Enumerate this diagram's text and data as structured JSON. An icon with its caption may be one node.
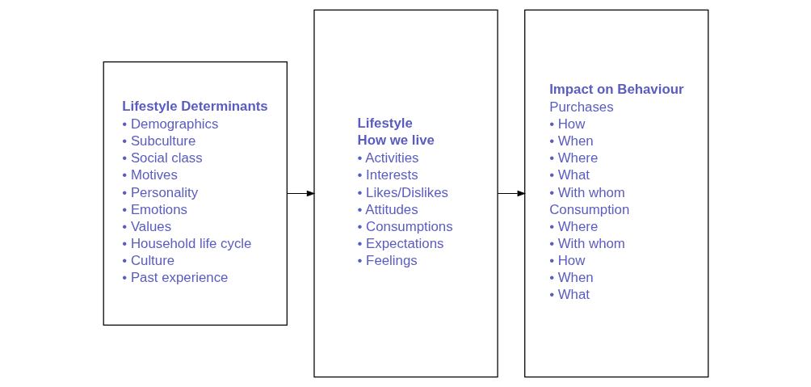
{
  "diagram": {
    "nodes": [
      {
        "text": [
          "Lifestyle Determinants",
          "• Demographics",
          "• Subculture",
          "• Social class",
          "• Motives",
          "• Personality",
          "• Emotions",
          "• Values",
          "• Household life cycle",
          "• Culture",
          "• Past experience"
        ]
      },
      {
        "text": [
          "Lifestyle",
          "How we live",
          "• Activities",
          "• Interests",
          "• Likes/Dislikes",
          "• Attitudes",
          "• Consumptions",
          "• Expectations",
          "• Feelings"
        ]
      },
      {
        "text": [
          "Impact on Behaviour",
          "Purchases",
          "• How",
          "• When",
          "• Where",
          "• What",
          "• With whom",
          "Consumption",
          "• Where",
          "• With whom",
          "• How",
          "• When",
          "• What"
        ]
      }
    ],
    "edges": [
      {
        "from": 0,
        "to": 1,
        "arrow": "to"
      },
      {
        "from": 1,
        "to": 2,
        "arrow": "to"
      }
    ]
  }
}
